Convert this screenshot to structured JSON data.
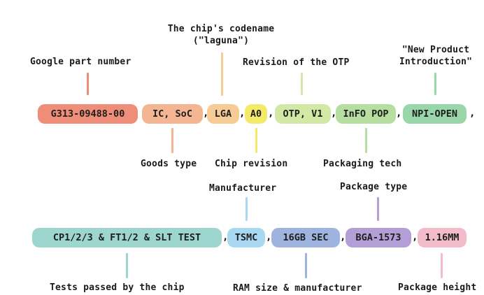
{
  "row1": {
    "pills": [
      {
        "text": "G313-09488-00",
        "color": "#EE8E78"
      },
      {
        "text": "IC, SoC",
        "color": "#F3B592"
      },
      {
        "text": "LGA",
        "color": "#F6CB96"
      },
      {
        "text": "A0",
        "color": "#F4EA6A"
      },
      {
        "text": "OTP, V1",
        "color": "#D3E8A5"
      },
      {
        "text": "InFO POP",
        "color": "#B5DEA0"
      },
      {
        "text": "NPI-OPEN",
        "color": "#99D6AA"
      }
    ],
    "labels_above": {
      "google_part_number": "Google part number",
      "codename": "The chip's codename\n(\"laguna\")",
      "otp_revision": "Revision of the OTP",
      "npi": "\"New Product\nIntroduction\""
    },
    "labels_below": {
      "goods_type": "Goods type",
      "chip_revision": "Chip revision",
      "packaging_tech": "Packaging tech"
    }
  },
  "row2": {
    "pills": [
      {
        "text": "CP1/2/3 & FT1/2 & SLT TEST",
        "color": "#9CD6CF"
      },
      {
        "text": "TSMC",
        "color": "#A8D8F2"
      },
      {
        "text": "16GB SEC",
        "color": "#9FB3DF"
      },
      {
        "text": "BGA-1573",
        "color": "#B49ED6"
      },
      {
        "text": "1.16MM",
        "color": "#F2BCCB"
      }
    ],
    "labels_above": {
      "manufacturer": "Manufacturer",
      "package_type": "Package type"
    },
    "labels_below": {
      "tests_passed": "Tests passed by the chip",
      "ram": "RAM size & manufacturer",
      "package_height": "Package height"
    }
  },
  "separator": ","
}
